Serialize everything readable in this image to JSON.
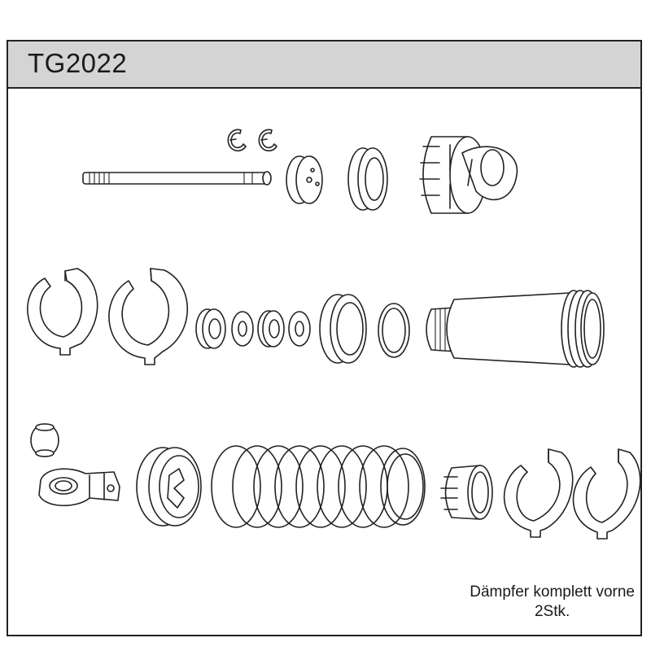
{
  "header": {
    "part_number": "TG2022"
  },
  "caption": {
    "line1": "Dämpfer komplett vorne",
    "line2": "2Stk."
  },
  "colors": {
    "line": "#222222",
    "header_bg": "#d4d4d4",
    "background": "#ffffff"
  },
  "parts_icons": [
    "e-clip-icon",
    "shock-shaft-icon",
    "piston-icon",
    "shaft-seal-icon",
    "shock-cap-icon",
    "spacer-clip-icon",
    "o-ring-icon",
    "shock-body-icon",
    "pivot-ball-icon",
    "rod-end-icon",
    "spring-retainer-icon",
    "spring-icon",
    "adjuster-nut-icon"
  ]
}
